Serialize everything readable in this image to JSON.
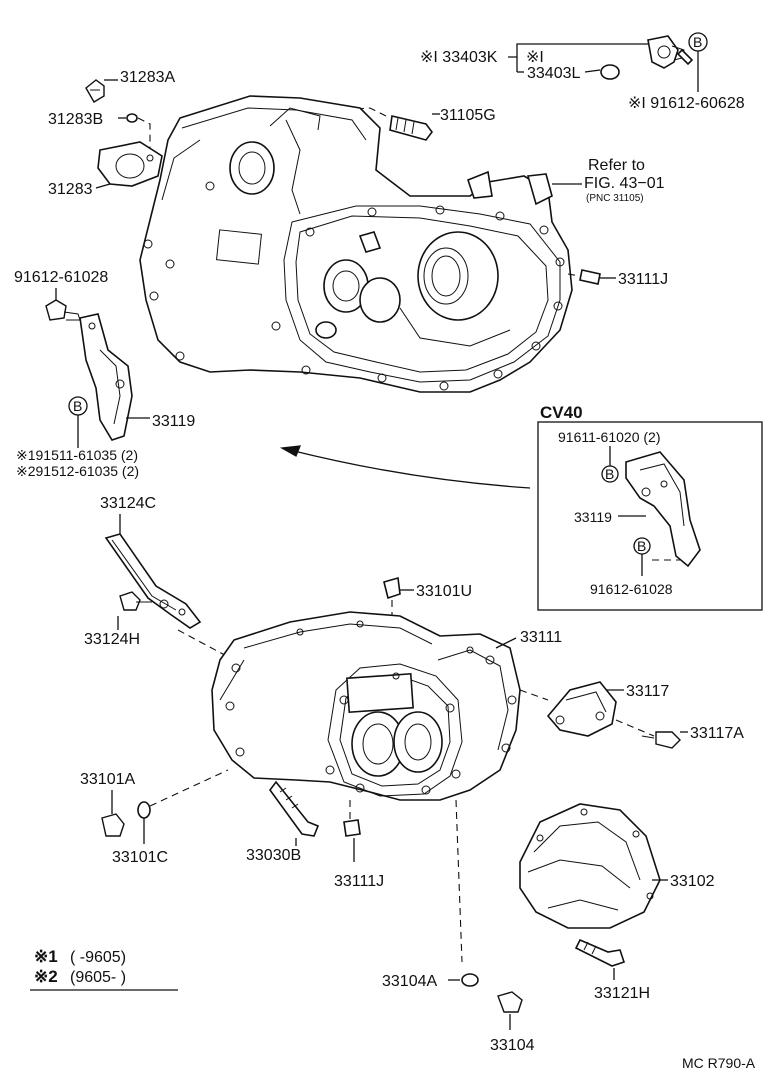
{
  "labels": {
    "p33403k": "※I 33403K",
    "p33403l_mark": "※I",
    "p33403l": "33403L",
    "p91612_60628": "※I 91612-60628",
    "p31283a": "31283A",
    "p31283b": "31283B",
    "p31283": "31283",
    "p31105g": "31105G",
    "refer_to": "Refer to",
    "refer_fig": "FIG. 43−01",
    "refer_pnc": "(PNC 31105)",
    "p33111j_top": "33111J",
    "p91612_61028_left": "91612-61028",
    "p33119_left": "33119",
    "p191511": "※191511-61035 (2)",
    "p291512": "※291512-61035 (2)",
    "cv40_title": "CV40",
    "p91611_61020": "91611-61020 (2)",
    "p33119_cv40": "33119",
    "p91612_61028_cv40": "91612-61028",
    "p33124c": "33124C",
    "p33124h": "33124H",
    "p33101u": "33101U",
    "p33111": "33111",
    "p33117": "33117",
    "p33117a": "33117A",
    "p33101a": "33101A",
    "p33101c": "33101C",
    "p33030b": "33030B",
    "p33111j_bottom": "33111J",
    "p33102": "33102",
    "p33121h": "33121H",
    "p33104a": "33104A",
    "p33104": "33104",
    "legend_1_mark": "※1",
    "legend_1_range": "(      -9605)",
    "legend_2_mark": "※2",
    "legend_2_range": "(9605-           )",
    "figure_code": "MC R790-A",
    "bolt_code": "B"
  }
}
